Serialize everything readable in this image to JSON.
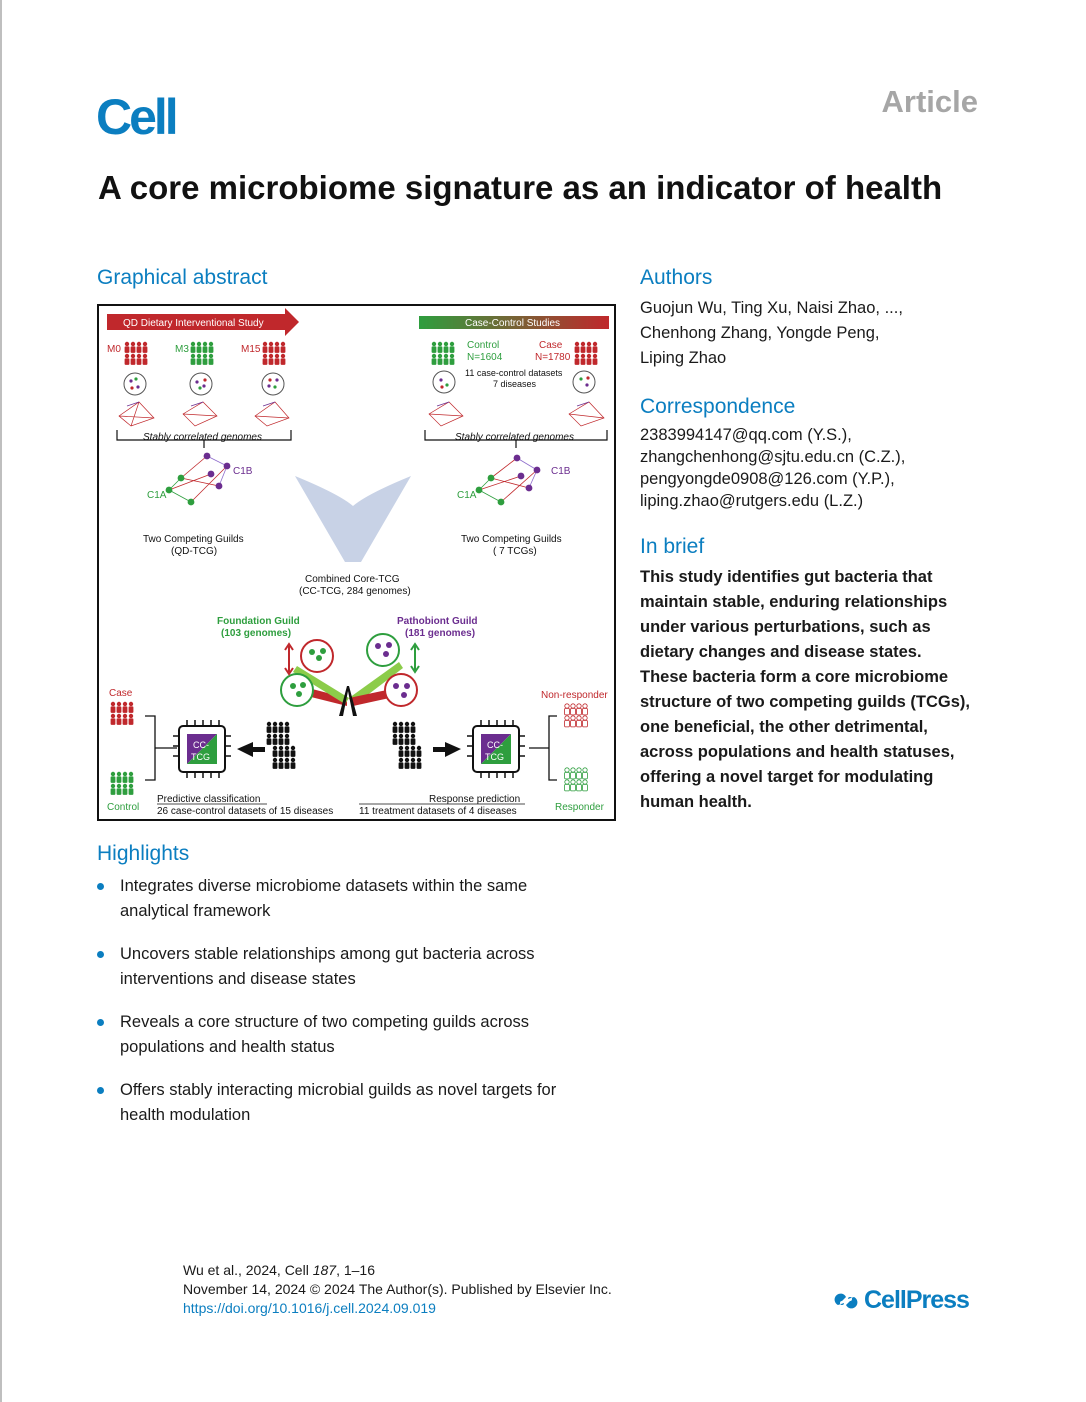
{
  "header": {
    "journal": "Cell",
    "article_type": "Article",
    "title": "A core microbiome signature as an indicator of health"
  },
  "graphical_abstract": {
    "heading": "Graphical abstract",
    "qd_banner": "QD Dietary Interventional Study",
    "cc_banner": "Case-Control Studies",
    "timepoints": [
      "M0",
      "M3",
      "M15"
    ],
    "control_label": "Control",
    "control_n": "N=1604",
    "case_label": "Case",
    "case_n": "N=1780",
    "datasets_line1": "11 case-control datasets",
    "datasets_line2": "7 diseases",
    "stably_left": "Stably correlated genomes",
    "stably_right": "Stably correlated genomes",
    "c1a": "C1A",
    "c1b": "C1B",
    "guilds_left_1": "Two Competing Guilds",
    "guilds_left_2": "(QD-TCG)",
    "guilds_right_1": "Two Competing Guilds",
    "guilds_right_2": "( 7 TCGs)",
    "combined_1": "Combined Core-TCG",
    "combined_2": "(CC-TCG, 284 genomes)",
    "foundation_1": "Foundation Guild",
    "foundation_2": "(103 genomes)",
    "pathobiont_1": "Pathobiont  Guild",
    "pathobiont_2": "(181 genomes)",
    "case_out": "Case",
    "control_out": "Control",
    "non_responder": "Non-responder",
    "responder": "Responder",
    "chip_1": "CC-",
    "chip_2": "TCG",
    "pred_1": "Predictive classification",
    "pred_2": "26 case-control datasets of 15 diseases",
    "resp_1": "Response prediction",
    "resp_2": "11 treatment datasets of 4 diseases"
  },
  "highlights": {
    "heading": "Highlights",
    "items": [
      {
        "line1": "Integrates diverse microbiome datasets within the same",
        "line2": "analytical framework"
      },
      {
        "line1": "Uncovers stable relationships among gut bacteria across",
        "line2": "interventions and disease states"
      },
      {
        "line1": "Reveals a core structure of two competing guilds across",
        "line2": "populations and health status"
      },
      {
        "line1": "Offers stably interacting microbial guilds as novel targets for",
        "line2": "health modulation"
      }
    ]
  },
  "authors": {
    "heading": "Authors",
    "lines": [
      "Guojun Wu, Ting Xu, Naisi Zhao, ...,",
      "Chenhong Zhang, Yongde Peng,",
      "Liping Zhao"
    ]
  },
  "correspondence": {
    "heading": "Correspondence",
    "lines": [
      "2383994147@qq.com (Y.S.),",
      "zhangchenhong@sjtu.edu.cn (C.Z.),",
      "pengyongde0908@126.com (Y.P.),",
      "liping.zhao@rutgers.edu (L.Z.)"
    ]
  },
  "in_brief": {
    "heading": "In brief",
    "lines": [
      "This study identifies gut bacteria that",
      "maintain stable, enduring relationships",
      "under various perturbations, such as",
      "dietary changes and disease states.",
      "These bacteria form a core microbiome",
      "structure of two competing guilds (TCGs),",
      "one beneficial, the other detrimental,",
      "across populations and health statuses,",
      "offering a novel target for modulating",
      "human health."
    ]
  },
  "footer": {
    "citation_prefix": "Wu et al., 2024, Cell ",
    "citation_volume": "187",
    "citation_pages": ", 1–16",
    "date_line": "November 14, 2024 © 2024 The Author(s). Published by Elsevier Inc.",
    "doi": "https://doi.org/10.1016/j.cell.2024.09.019",
    "publisher": "CellPress"
  },
  "colors": {
    "brand_blue": "#0b7ec0",
    "red": "#cc2a2a",
    "green": "#2e9e3e",
    "purple": "#6b2d8f",
    "light_green": "#8ccc4a"
  }
}
